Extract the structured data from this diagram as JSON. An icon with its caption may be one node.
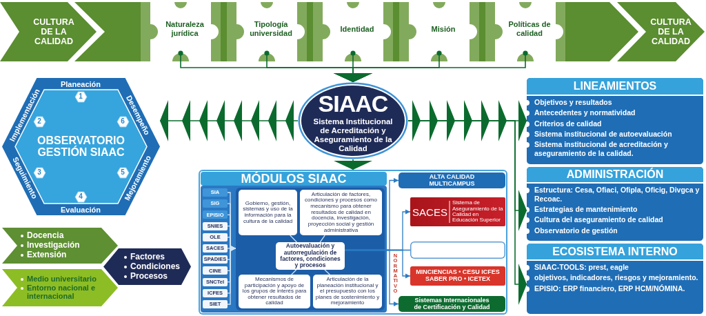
{
  "diagram": {
    "nodes": [
      {
        "text": [
          "CULTURA DE LA CALIDAD"
        ]
      },
      {
        "text": [],
        "shape": "band"
      },
      {
        "text": [
          "Naturaleza jurídica"
        ],
        "in": 1
      },
      {
        "text": [
          "Tipología universidad"
        ],
        "in": 1
      },
      {
        "text": [
          "Identidad"
        ],
        "in": 1
      },
      {
        "text": [
          "Misión"
        ],
        "in": 1
      },
      {
        "text": [
          "Políticas de calidad"
        ],
        "in": 1
      },
      {
        "text": [
          "CULTURA DE LA CALIDAD"
        ]
      },
      {
        "text": [
          "Planeación",
          "Implementación",
          "Seguimiento",
          "Evaluación",
          "Mejoramiento",
          "Desempeño"
        ]
      },
      {
        "text": [
          "OBSERVATORIO GESTIÓN SIAAC"
        ],
        "in": 8
      },
      {
        "text": [
          "1"
        ],
        "in": 9
      },
      {
        "text": [
          "2"
        ],
        "in": 9
      },
      {
        "text": [
          "3"
        ],
        "in": 9
      },
      {
        "text": [
          "4"
        ],
        "in": 9
      },
      {
        "text": [
          "5"
        ],
        "in": 9
      },
      {
        "text": [
          "6"
        ],
        "in": 9
      },
      {
        "text": [
          "SIAAC",
          "Sistema Institucional de Acreditación y Aseguramiento de la Calidad"
        ]
      },
      {
        "text": [
          "LINEAMIENTOS",
          "Objetivos y resultados",
          "Antecedentes y normatividad",
          "Criterios de calidad",
          "Sistema institucional de autoevaluación",
          "Sistema institucional de acreditación y aseguramiento de la calidad."
        ]
      },
      {
        "text": [
          "ADMINISTRACIÓN",
          "Estructura: Cesa, Ofiaci, Ofipla, Oficig, Divgca y Recoac.",
          "Estrategias de mantenimiento",
          "Cultura del aseguramiento de calidad",
          "Observatorio de gestión"
        ]
      },
      {
        "text": [
          "ECOSISTEMA INTERNO",
          "SIAAC-TOOLS: prest, eagle",
          "objetivos, indicadores, riesgos y mejoramiento.",
          "EPISIO: ERP financiero, ERP HCM/NÓMINA."
        ]
      },
      {
        "text": [
          "MÓDULOS SIAAC"
        ]
      },
      {
        "text": [],
        "shape": "box",
        "in": 20
      },
      {
        "text": [
          "SIA"
        ],
        "in": 21
      },
      {
        "text": [
          "SIG"
        ],
        "in": 21
      },
      {
        "text": [
          "EPISIO"
        ],
        "in": 21
      },
      {
        "text": [
          "SNIES"
        ],
        "in": 21
      },
      {
        "text": [
          "OLE"
        ],
        "in": 21
      },
      {
        "text": [
          "SACES"
        ],
        "in": 21
      },
      {
        "text": [
          "SPADIES"
        ],
        "in": 21
      },
      {
        "text": [
          "CINE"
        ],
        "in": 21
      },
      {
        "text": [
          "SNCTeI"
        ],
        "in": 21
      },
      {
        "text": [
          "ICFES"
        ],
        "in": 21
      },
      {
        "text": [
          "SIET"
        ],
        "in": 21
      },
      {
        "text": [],
        "shape": "box",
        "in": 21
      },
      {
        "text": [
          "Gobierno, gestión, sistemas y uso de la información para la cultura de la calidad"
        ],
        "in": 33
      },
      {
        "text": [
          "Articulación de factores, condiciones y procesos como mecanismo para obtener resultados de calidad en docencia, investigación, proyección social y gestión administrativa"
        ],
        "in": 33
      },
      {
        "text": [
          "Autoevaluación y autorregulación de factores, condiciones y procesos"
        ],
        "in": 33
      },
      {
        "text": [
          "Mecanismos de participación y apoyo de los grupos de interés para obtener resultados de calidad"
        ],
        "in": 33
      },
      {
        "text": [
          "Articulación de la planeación institucional y el presupuesto con los planes de sostenimiento y mejoramiento"
        ],
        "in": 33
      },
      {
        "text": [
          "ALTA CALIDAD MULTICAMPUS"
        ],
        "in": 20
      },
      {
        "text": [
          "SACES",
          "Sistema de Aseguramiento de la Calidad en Educación Superior"
        ],
        "in": 20
      },
      {
        "text": [],
        "shape": "box",
        "in": 20
      },
      {
        "text": [
          "MINCIENCIAS • CESU ICFES SABER PRO • ICETEX"
        ],
        "in": 20
      },
      {
        "text": [
          "Sistemas Internacionales de Certificación y Calidad"
        ],
        "in": 20
      },
      {
        "text": [
          "Docencia",
          "Investigación",
          "Extensión"
        ]
      },
      {
        "text": [
          "Medio universitario",
          "Entorno nacional e internacional"
        ]
      },
      {
        "text": [
          "Factores",
          "Condiciones",
          "Procesos"
        ]
      }
    ],
    "edges": [
      {
        "from": 2,
        "to": 16,
        "arrow": "to",
        "color": "#0b6b2e"
      },
      {
        "from": 3,
        "to": 16,
        "arrow": "to",
        "color": "#0b6b2e"
      },
      {
        "from": 4,
        "to": 16,
        "arrow": "to",
        "color": "#0b6b2e"
      },
      {
        "from": 5,
        "to": 16,
        "arrow": "to",
        "color": "#0b6b2e"
      },
      {
        "from": 6,
        "to": 16,
        "arrow": "to",
        "color": "#0b6b2e"
      },
      {
        "from": 16,
        "to": 8,
        "arrow": "to",
        "color": "#0b6b2e"
      },
      {
        "from": 16,
        "to": 17,
        "arrow": "to",
        "color": "#0b6b2e"
      },
      {
        "from": 16,
        "to": 18,
        "arrow": "to",
        "color": "#0b6b2e"
      },
      {
        "from": 16,
        "to": 19,
        "arrow": "to",
        "color": "#0b6b2e"
      },
      {
        "from": 16,
        "to": 20,
        "arrow": "to",
        "color": "#0b6b2e"
      },
      {
        "from": 22,
        "to": 33,
        "arrow": "to"
      },
      {
        "from": 23,
        "to": 33,
        "arrow": "to"
      },
      {
        "from": 24,
        "to": 33,
        "arrow": "to"
      },
      {
        "from": 25,
        "to": 33,
        "arrow": "to"
      },
      {
        "from": 26,
        "to": 33,
        "arrow": "to"
      },
      {
        "from": 27,
        "to": 33,
        "arrow": "to"
      },
      {
        "from": 28,
        "to": 33,
        "arrow": "to"
      },
      {
        "from": 29,
        "to": 33,
        "arrow": "to"
      },
      {
        "from": 30,
        "to": 33,
        "arrow": "to"
      },
      {
        "from": 31,
        "to": 33,
        "arrow": "to"
      },
      {
        "from": 32,
        "to": 33,
        "arrow": "to"
      },
      {
        "from": 36,
        "to": 34,
        "arrow": "none"
      },
      {
        "from": 36,
        "to": 35,
        "arrow": "none"
      },
      {
        "from": 36,
        "to": 37,
        "arrow": "none"
      },
      {
        "from": 36,
        "to": 38,
        "arrow": "none"
      },
      {
        "from": 36,
        "to": 39,
        "arrow": "to",
        "color": "#2b7cc4"
      },
      {
        "from": 36,
        "to": 40,
        "arrow": "to",
        "color": "#2b7cc4"
      },
      {
        "from": 36,
        "to": 41,
        "arrow": "none",
        "color": "#2b7cc4"
      },
      {
        "from": 36,
        "to": 42,
        "arrow": "to",
        "color": "#2b7cc4"
      },
      {
        "from": 36,
        "to": 43,
        "arrow": "to",
        "color": "#2b7cc4"
      }
    ],
    "labels": [
      "NORMATIVO"
    ]
  }
}
